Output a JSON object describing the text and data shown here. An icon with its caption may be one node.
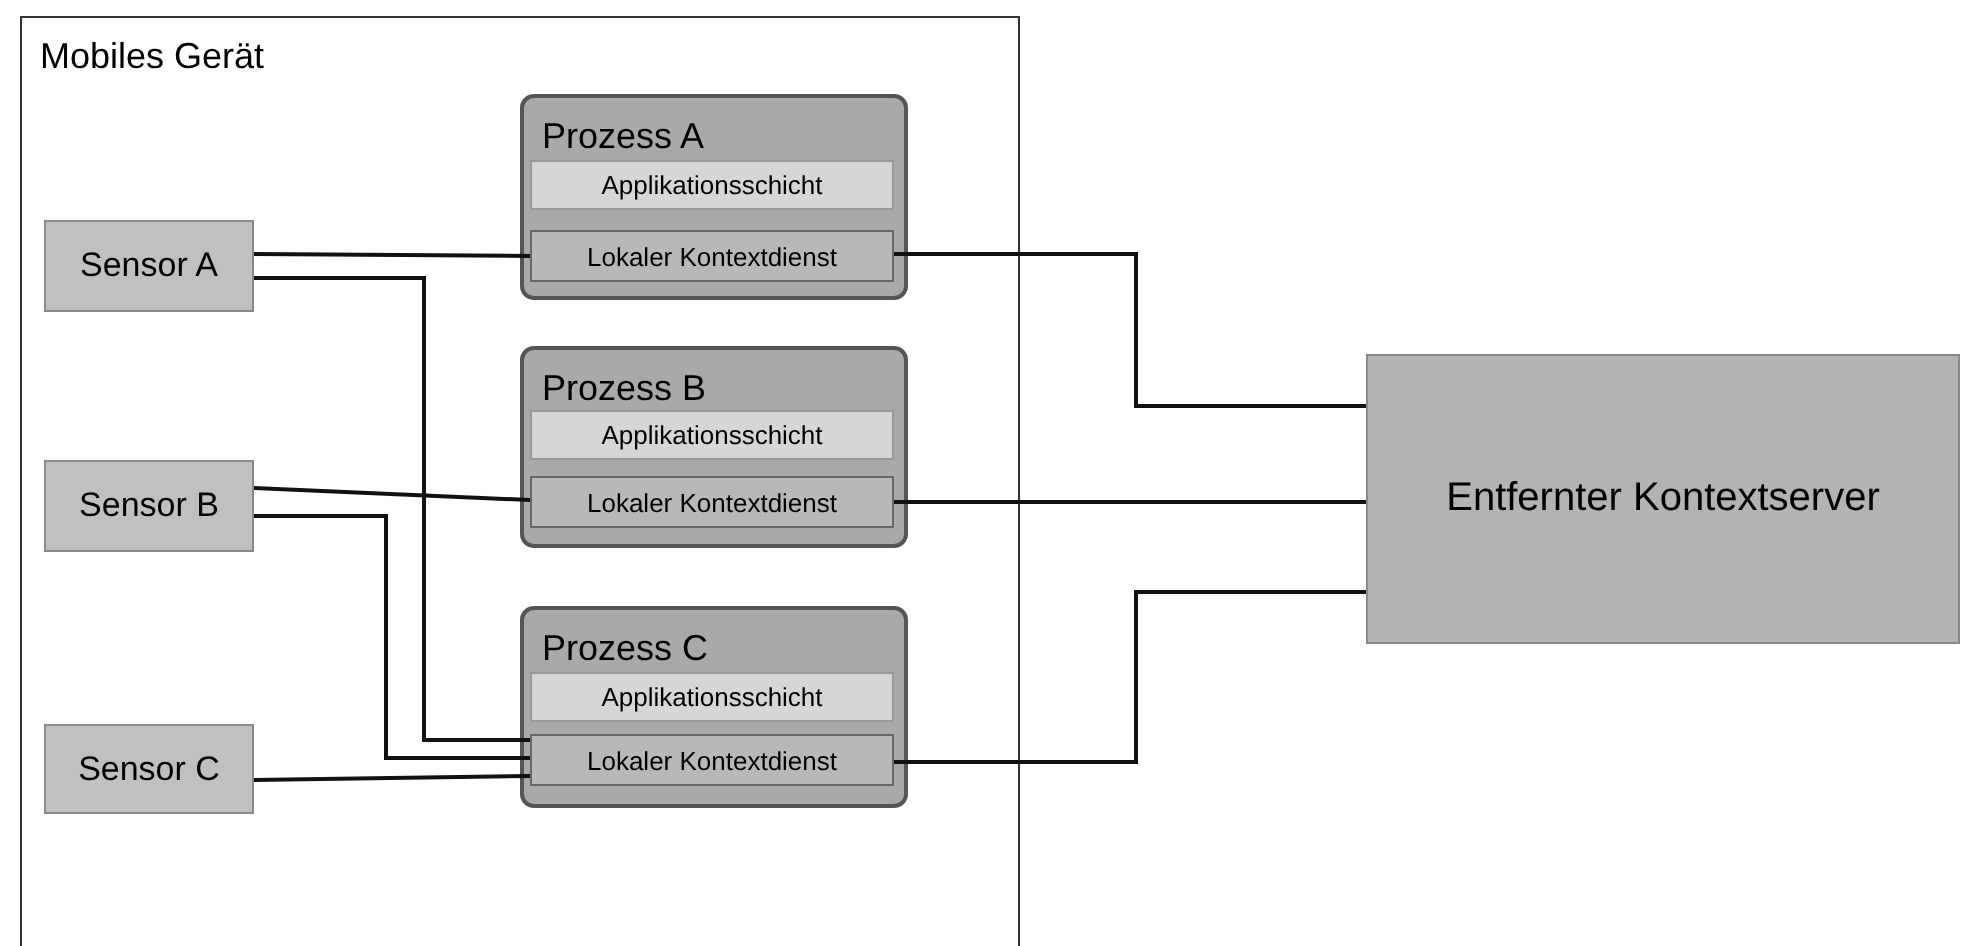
{
  "diagram": {
    "nodes": [
      {
        "text": [
          "Mobiles Gerät"
        ]
      },
      {
        "text": [
          "Sensor A"
        ],
        "in": 0
      },
      {
        "text": [
          "Sensor B"
        ],
        "in": 0
      },
      {
        "text": [
          "Sensor C"
        ],
        "in": 0
      },
      {
        "text": [
          "Prozess A"
        ],
        "in": 0
      },
      {
        "text": [
          "Applikationsschicht"
        ],
        "in": 4
      },
      {
        "text": [
          "Lokaler Kontextdienst"
        ],
        "in": 4
      },
      {
        "text": [
          "Prozess B"
        ],
        "in": 0
      },
      {
        "text": [
          "Applikationsschicht"
        ],
        "in": 7
      },
      {
        "text": [
          "Lokaler Kontextdienst"
        ],
        "in": 7
      },
      {
        "text": [
          "Prozess C"
        ],
        "in": 0
      },
      {
        "text": [
          "Applikationsschicht"
        ],
        "in": 10
      },
      {
        "text": [
          "Lokaler Kontextdienst"
        ],
        "in": 10
      },
      {
        "text": [
          "Entfernter Kontextserver"
        ]
      }
    ],
    "edges": [
      {
        "from": 1,
        "to": 6,
        "arrow": "none"
      },
      {
        "from": 1,
        "to": 12,
        "arrow": "none"
      },
      {
        "from": 2,
        "to": 9,
        "arrow": "none"
      },
      {
        "from": 2,
        "to": 12,
        "arrow": "none"
      },
      {
        "from": 3,
        "to": 12,
        "arrow": "none"
      },
      {
        "from": 6,
        "to": 13,
        "arrow": "none"
      },
      {
        "from": 9,
        "to": 13,
        "arrow": "none"
      },
      {
        "from": 12,
        "to": 13,
        "arrow": "none"
      }
    ]
  }
}
